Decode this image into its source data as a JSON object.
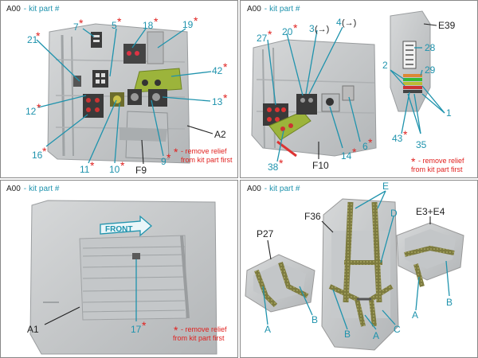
{
  "header": {
    "code": "A00",
    "kit_part": "kit part #"
  },
  "note": {
    "line1": "- remove relief",
    "line2": "from kit part first"
  },
  "panel1": {
    "kit_a": "A2",
    "kit_b": "F9",
    "labels": {
      "p21": "21",
      "p7": "7",
      "p5": "5",
      "p18": "18",
      "p19": "19",
      "p42": "42",
      "p13": "13",
      "p12": "12",
      "p16": "16",
      "p11": "11",
      "p10": "10",
      "p9": "9"
    }
  },
  "panel2": {
    "kit_a": "F10",
    "kit_b": "E39",
    "labels": {
      "p27": "27",
      "p20": "20",
      "p3": "3",
      "p4": "4",
      "p28": "28",
      "p29": "29",
      "p2": "2",
      "p1": "1",
      "p43": "43",
      "p35": "35",
      "p38": "38",
      "p14": "14",
      "p6": "6"
    }
  },
  "panel3": {
    "kit_a": "A1",
    "front": "FRONT",
    "labels": {
      "p17": "17"
    }
  },
  "panel4": {
    "kit_seat": "F36",
    "kit_p27": "P27",
    "kit_e": "E3+E4",
    "labels": {
      "E": "E",
      "D": "D",
      "A1": "A",
      "B1": "B",
      "B2": "B",
      "A2": "A",
      "C": "C",
      "A3": "A",
      "B3": "B"
    }
  },
  "colors": {
    "accent": "#1f93ad",
    "star": "#e0211f",
    "plastic": "#c9cccd",
    "plastic_dark": "#a7abad",
    "belt": "#8c8a4a"
  }
}
